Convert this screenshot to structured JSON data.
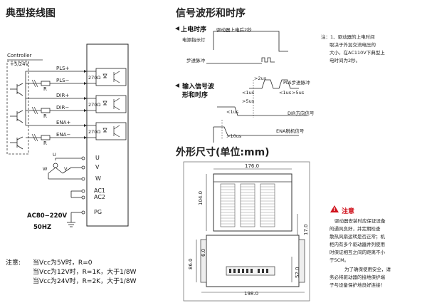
{
  "wiring": {
    "title": "典型接线图",
    "controller": "Controller",
    "supply": "+5/24V",
    "pins": [
      "PLS+",
      "PLS−",
      "DIR+",
      "DIR−",
      "ENA+",
      "ENA−"
    ],
    "resistor": "R",
    "res_value": "270Ω",
    "terminals": [
      "U",
      "V",
      "W",
      "AC1",
      "AC2",
      "PG"
    ],
    "motor_phases": [
      "U",
      "W",
      "V"
    ],
    "ac_label": "AC80−220V",
    "freq": "50HZ",
    "note_title": "注意:",
    "notes": [
      "当Vcc为5V时，R=0",
      "当Vcc为12V时，R=1K，大于1/8W",
      "当Vcc为24V时，R=2K，大于1/8W"
    ]
  },
  "timing": {
    "title": "信号波形和时序",
    "power_on": "上电时序",
    "drive_power": "驱动器上电后2秒",
    "power_lamp": "电源指示灯",
    "step_pulse": "步进脉冲",
    "input_title_1": "输入信号波",
    "input_title_2": "形和时序",
    "t_gt2": ">2us",
    "t_pls_label": "PLS步进脉冲",
    "t_lt1a": "<1us",
    "t_lt1b": "<1us",
    "t_gt5a": ">5us",
    "t_gt5b": ">5us",
    "t_lt1c": "<1us",
    "t_dir_label": "DIR方向信号",
    "t_ena_label": "ENA脱机信号",
    "t_gt10": ">10us",
    "side_note": [
      "注：1、驱动器的上电时间",
      "取决于外加交流电压的",
      "大小，在AC110V下典型上",
      "电时间为2秒。"
    ]
  },
  "dims": {
    "title": "外形尺寸(单位:mm)",
    "width_top": "176.0",
    "height_left": "104.0",
    "side_17": "17.0",
    "hole_86": "86.0",
    "hole_6": "6.0",
    "hole_52": "52.0",
    "width_bottom": "198.0"
  },
  "caution": {
    "title": "注意",
    "body": [
      "驱动器安装时应保证设备",
      "的通风良好，并定期检查",
      "散热风扇运转是否正常；机",
      "柜内有多个驱动器并列使用",
      "时保证相互之间的距离不小",
      "于5CM。",
      "为了确保使用安全，请",
      "务必将驱动器的接地保护端",
      "子与设备保护地良好连接！"
    ]
  }
}
